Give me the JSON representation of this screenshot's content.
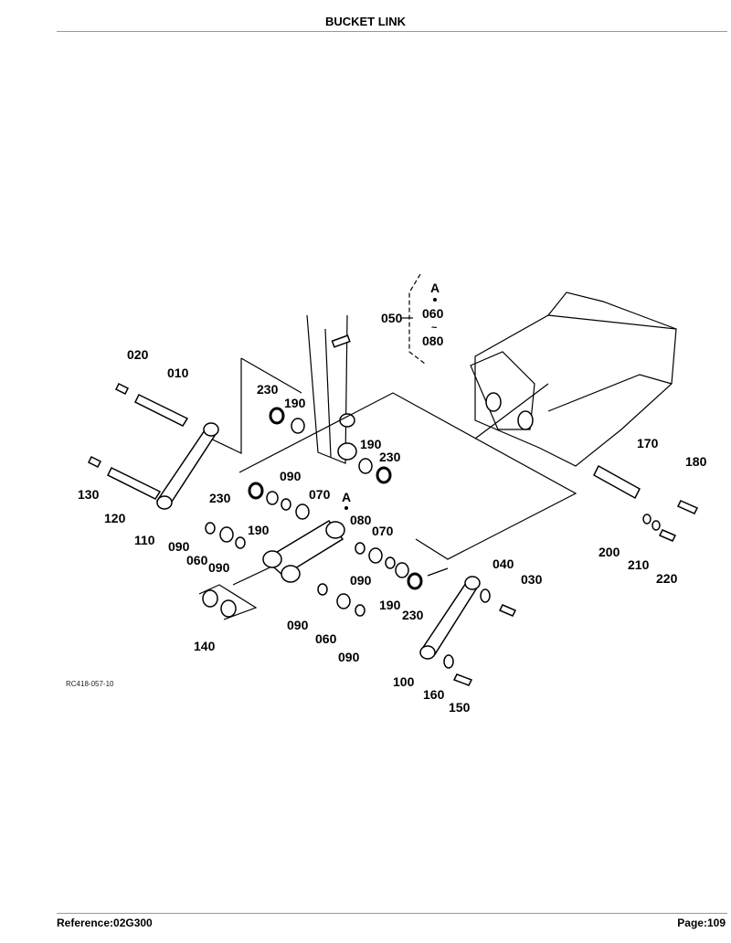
{
  "header": {
    "title": "BUCKET LINK"
  },
  "footer": {
    "reference": "Reference:02G300",
    "page": "Page:109"
  },
  "diagram": {
    "figure_code": "RC418-057-10",
    "callout_group": {
      "label": "050",
      "marker": "A",
      "from": "060",
      "to": "080"
    },
    "part_labels": [
      "020",
      "010",
      "130",
      "120",
      "110",
      "230",
      "190",
      "190",
      "230",
      "230",
      "090",
      "070",
      "A",
      "190",
      "080",
      "070",
      "090",
      "060",
      "090",
      "090",
      "190",
      "230",
      "040",
      "030",
      "140",
      "090",
      "060",
      "090",
      "100",
      "160",
      "150",
      "170",
      "180",
      "200",
      "210",
      "220"
    ]
  }
}
